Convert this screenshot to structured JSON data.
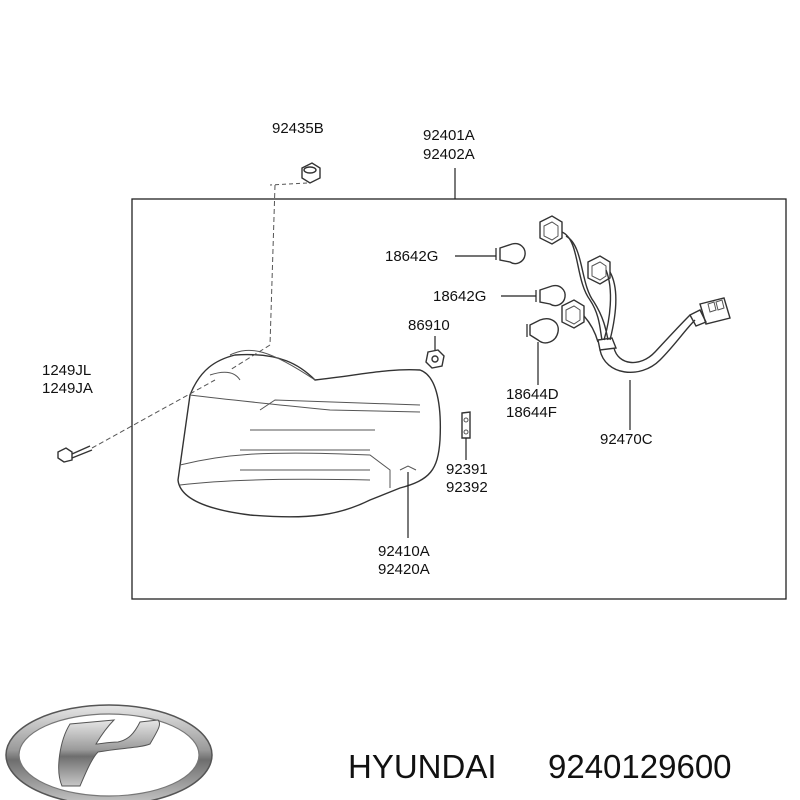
{
  "labels": {
    "p92435B": "92435B",
    "p92401A": "92401A",
    "p92402A": "92402A",
    "p18642G_1": "18642G",
    "p18642G_2": "18642G",
    "p86910": "86910",
    "p1249JL": "1249JL",
    "p1249JA": "1249JA",
    "p18644D": "18644D",
    "p18644F": "18644F",
    "p92470C": "92470C",
    "p92391": "92391",
    "p92392": "92392",
    "p92410A": "92410A",
    "p92420A": "92420A"
  },
  "footer": {
    "brand_text": "HYUNDAI",
    "part_number": "9240129600"
  },
  "icons": {
    "logo": "hyundai-logo-icon"
  }
}
